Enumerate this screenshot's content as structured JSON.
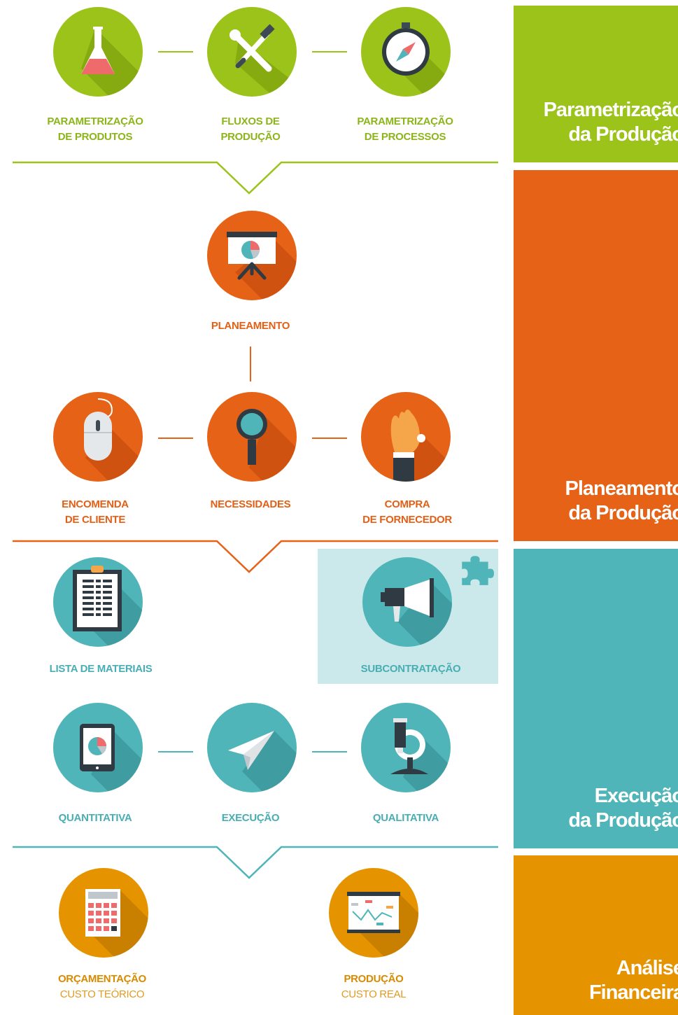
{
  "colors": {
    "green": "#9bc31a",
    "orange": "#e56217",
    "teal": "#4fb5b8",
    "gold": "#e59400",
    "teal_light_box": "#cbe9ea"
  },
  "section_parametrizacao": {
    "items": [
      {
        "line1": "PARAMETRIZAÇÃO",
        "line2": "DE PRODUTOS",
        "icon": "flask-icon"
      },
      {
        "line1": "FLUXOS DE",
        "line2": "PRODUÇÃO",
        "icon": "tools-icon"
      },
      {
        "line1": "PARAMETRIZAÇÃO",
        "line2": "DE PROCESSOS",
        "icon": "compass-icon"
      }
    ],
    "panel_line1": "Parametrização",
    "panel_line2": "da Produção"
  },
  "section_planeamento": {
    "top": {
      "label": "PLANEAMENTO",
      "icon": "presentation-board-icon"
    },
    "items": [
      {
        "line1": "ENCOMENDA",
        "line2": "DE CLIENTE",
        "icon": "mouse-icon"
      },
      {
        "line1": "NECESSIDADES",
        "line2": "",
        "icon": "magnifier-icon"
      },
      {
        "line1": "COMPRA",
        "line2": "DE FORNECEDOR",
        "icon": "hand-coin-icon"
      }
    ],
    "panel_line1": "Planeamento",
    "panel_line2": "da Produção"
  },
  "section_execucao": {
    "lista": {
      "label": "LISTA DE MATERIAIS",
      "icon": "clipboard-list-icon"
    },
    "subcontratacao": {
      "label": "SUBCONTRATAÇÃO",
      "icon": "megaphone-icon",
      "badge_icon": "puzzle-piece-icon"
    },
    "items": [
      {
        "label": "QUANTITATIVA",
        "icon": "tablet-chart-icon"
      },
      {
        "label": "EXECUÇÃO",
        "icon": "paper-plane-icon"
      },
      {
        "label": "QUALITATIVA",
        "icon": "microscope-icon"
      }
    ],
    "panel_line1": "Execução",
    "panel_line2": "da Produção"
  },
  "section_analise": {
    "items": [
      {
        "line1": "ORÇAMENTAÇÃO",
        "line2": "CUSTO TEÓRICO",
        "icon": "calculator-icon"
      },
      {
        "line1": "PRODUÇÃO",
        "line2": "CUSTO REAL",
        "icon": "line-chart-board-icon"
      }
    ],
    "panel_line1": "Análise",
    "panel_line2": "Financeira"
  }
}
